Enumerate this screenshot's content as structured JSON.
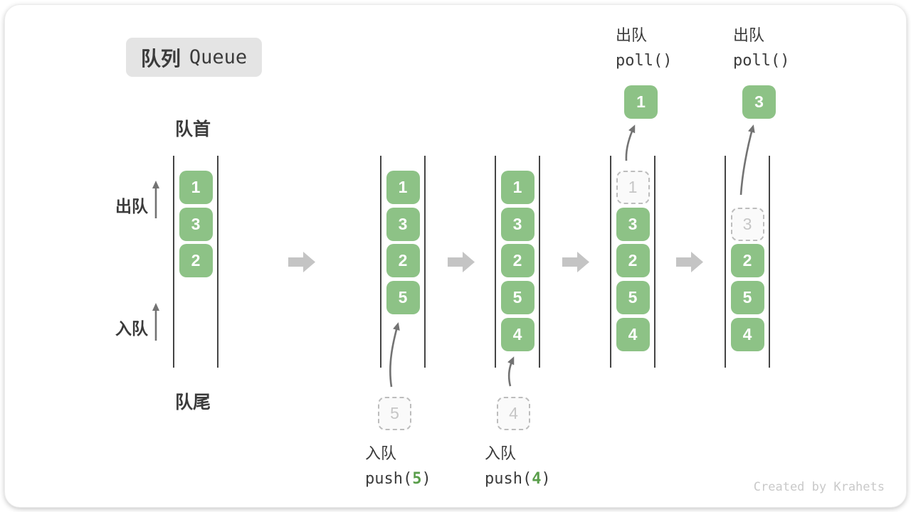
{
  "title": {
    "zh": "队列",
    "en": "Queue"
  },
  "side_labels": {
    "front": "队首",
    "rear": "队尾",
    "dequeue": "出队",
    "enqueue": "入队"
  },
  "states": [
    {
      "boxes": [
        "1",
        "3",
        "2"
      ]
    },
    {
      "boxes": [
        "1",
        "3",
        "2",
        "5"
      ],
      "incoming": "5"
    },
    {
      "boxes": [
        "1",
        "3",
        "2",
        "5",
        "4"
      ],
      "incoming": "4"
    },
    {
      "removed": "1",
      "boxes": [
        "3",
        "2",
        "5",
        "4"
      ],
      "outgoing": "1"
    },
    {
      "removed": "3",
      "boxes": [
        "2",
        "5",
        "4"
      ],
      "outgoing": "3"
    }
  ],
  "operations": {
    "push5": {
      "title": "入队",
      "code_pre": "push(",
      "arg": "5",
      "code_post": ")"
    },
    "push4": {
      "title": "入队",
      "code_pre": "push(",
      "arg": "4",
      "code_post": ")"
    },
    "poll1": {
      "title": "出队",
      "code": "poll()"
    },
    "poll2": {
      "title": "出队",
      "code": "poll()"
    }
  },
  "watermark": "Created by Krahets",
  "colors": {
    "box_green": "#8dc286",
    "accent_green": "#5a9e4b",
    "block_arrow_gray": "#c4c4c4",
    "thin_arrow_gray": "#737373",
    "badge_bg": "#e4e4e4",
    "text_dark": "#3b3b3b",
    "dashed_border": "#bdbdbd",
    "dashed_text": "#c6c6c6",
    "container_line": "#454545",
    "watermark_gray": "#c9c9c9"
  }
}
